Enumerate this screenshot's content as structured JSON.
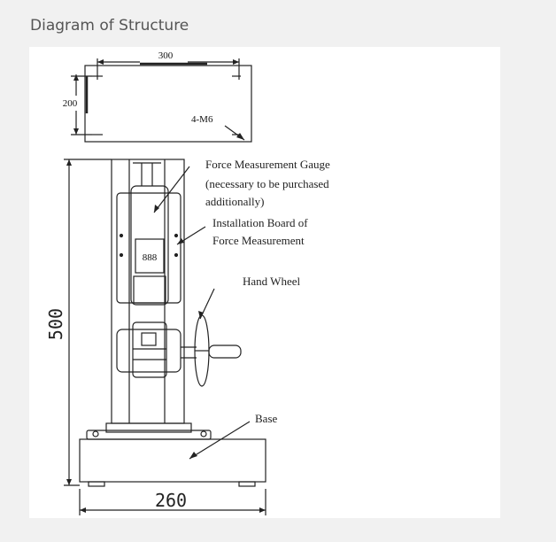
{
  "page": {
    "title": "Diagram of Structure"
  },
  "top_view": {
    "width_label": "300",
    "depth_label": "200",
    "holes_label": "4-M6"
  },
  "labels": {
    "gauge_line1": "Force Measurement Gauge",
    "gauge_line2": "(necessary to be purchased",
    "gauge_line3": "additionally)",
    "board_line1": "Installation Board of",
    "board_line2": "Force Measurement",
    "hand_wheel": "Hand Wheel",
    "base": "Base"
  },
  "dimensions": {
    "height": "500",
    "base_width": "260"
  },
  "gauge_display": {
    "digits": "888"
  },
  "colors": {
    "line": "#222222",
    "panel": "#ffffff",
    "background": "#f1f1f1",
    "heading": "#555555"
  }
}
